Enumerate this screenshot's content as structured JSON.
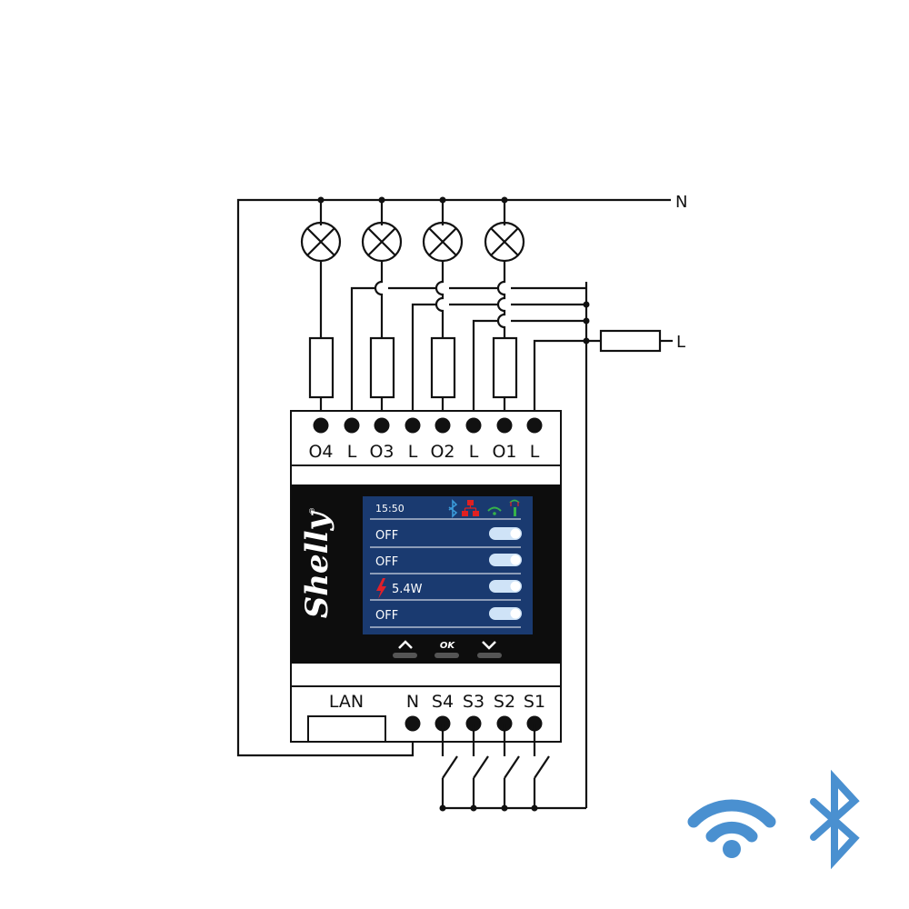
{
  "supply": {
    "neutral_label": "N",
    "line_label": "L"
  },
  "output_terminals": [
    "O4",
    "L",
    "O3",
    "L",
    "O2",
    "L",
    "O1",
    "L"
  ],
  "input_terminals": {
    "lan": "LAN",
    "neutral": "N",
    "switches": [
      "S4",
      "S3",
      "S2",
      "S1"
    ]
  },
  "device": {
    "brand": "Shelly",
    "screen": {
      "time": "15:50",
      "status_icons": [
        "bluetooth-icon",
        "ethernet-icon",
        "wifi-icon",
        "antenna-icon"
      ],
      "channels": [
        {
          "text": "OFF",
          "on": false
        },
        {
          "text": "OFF",
          "on": false
        },
        {
          "text": "5.4W",
          "on": true,
          "icon": "lightning-icon"
        },
        {
          "text": "OFF",
          "on": false
        }
      ]
    },
    "buttons": {
      "up": "up-arrow-icon",
      "ok": "OK",
      "down": "down-arrow-icon"
    }
  },
  "connectivity_icons": [
    "wifi-icon",
    "bluetooth-icon"
  ],
  "colors": {
    "screen_bg": "#1a3a70",
    "screen_bezel": "#0d0d0d",
    "toggle_on": "#cfe3f7",
    "lightning": "#e0202a",
    "status_red": "#e02020",
    "status_blue": "#3a9ad9",
    "status_green": "#36b24a",
    "brand_blue": "#4a90d0"
  }
}
